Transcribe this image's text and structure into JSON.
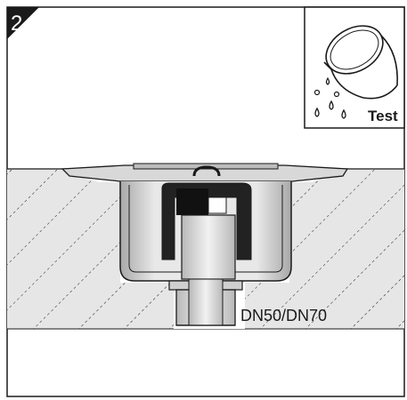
{
  "step": {
    "number": "2"
  },
  "inset": {
    "label": "Test",
    "icon": "water-bucket-pouring-icon"
  },
  "drain": {
    "size_label": "DN50/DN70"
  },
  "colors": {
    "line": "#1a1a1a",
    "floor_fill": "#e6e6e6",
    "metal_light": "#dcdcdc",
    "metal_mid": "#b4b4b4",
    "seal": "#222222",
    "pipe": "#cfcfcf"
  }
}
